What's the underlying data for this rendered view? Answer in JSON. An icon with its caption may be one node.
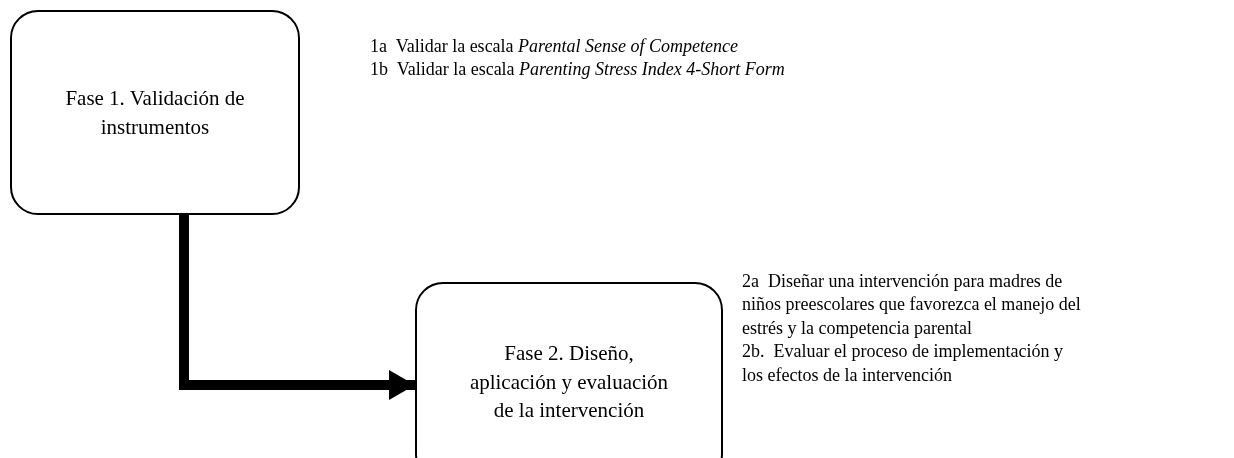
{
  "diagram": {
    "nodes": [
      {
        "text": [
          "Fase 1. Validación de instrumentos"
        ],
        "beside": [
          "1a  Validar la escala *Parental Sense of Competence*",
          "1b  Validar la escala *Parenting Stress Index 4-Short Form*"
        ]
      },
      {
        "text": [
          "Fase 2. Diseño, aplicación y evaluación de la intervención"
        ],
        "beside": [
          "2a  Diseñar una intervención para madres de niños preescolares que favorezca el manejo del estrés y la competencia parental",
          "2b.  Evaluar el proceso de implementación y los efectos de la intervención"
        ]
      }
    ],
    "edges": [
      {
        "from": 0,
        "to": 1,
        "arrow": "to"
      }
    ]
  }
}
